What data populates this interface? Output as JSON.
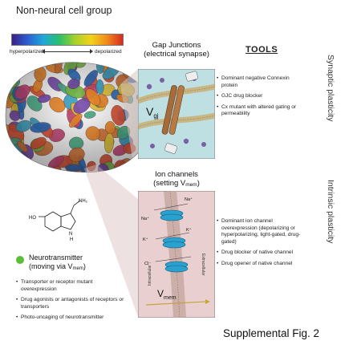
{
  "header": {
    "title": "Non-neural cell group",
    "hyperpolarized": "hyperpolarized",
    "depolarized": "depolarized"
  },
  "gap_junctions": {
    "title": "Gap Junctions",
    "subtitle": "(electrical synapse)",
    "vgj_label": "V",
    "vgj_sub": "gj"
  },
  "tools": {
    "title": "TOOLS",
    "gap_items": [
      "Dominant negative Connexin protein",
      "GJC drug blocker",
      "Cx mutant with altered gating or permeability"
    ],
    "ion_items": [
      "Dominant ion channel overexpression (depolarizing or hyperpolarizing, light-gated, drug-gated)",
      "Drug blocker of native channel",
      "Drug opener of native channel"
    ]
  },
  "side_labels": {
    "synaptic": "Synaptic plasticity",
    "intrinsic": "Intrinsic plasticity"
  },
  "ion_channels": {
    "title": "Ion channels",
    "subtitle_prefix": "(setting V",
    "subtitle_sub": "mem",
    "subtitle_suffix": ")",
    "intracellular": "Intracellular",
    "extracellular": "Extracellular",
    "na_left": "Na⁺",
    "na_right": "Na⁺",
    "k_left": "K⁺",
    "k_right": "K⁺",
    "cl_left": "Cl⁻",
    "vmem_label": "V",
    "vmem_sub": "mem"
  },
  "molecule": {
    "nh2": "NH₂",
    "ho": "HO",
    "nh": "N",
    "h": "H"
  },
  "neurotransmitter": {
    "title": "Neurotransmitter",
    "subtitle_prefix": "(moving via V",
    "subtitle_sub": "mem",
    "subtitle_suffix": ")",
    "items": [
      "Transporter or receptor mutant overexpression",
      "Drug agonists or antagonists of receptors or transporters",
      "Photo-uncaging of neurotransmitter"
    ]
  },
  "caption": "Supplemental Fig. 2",
  "colors": {
    "gj_panel_bg": "#bfe0e3",
    "ion_panel_bg": "#e9cfd0",
    "nt_green": "#5cbd3a",
    "channel_blue": "#2aa1cf"
  }
}
